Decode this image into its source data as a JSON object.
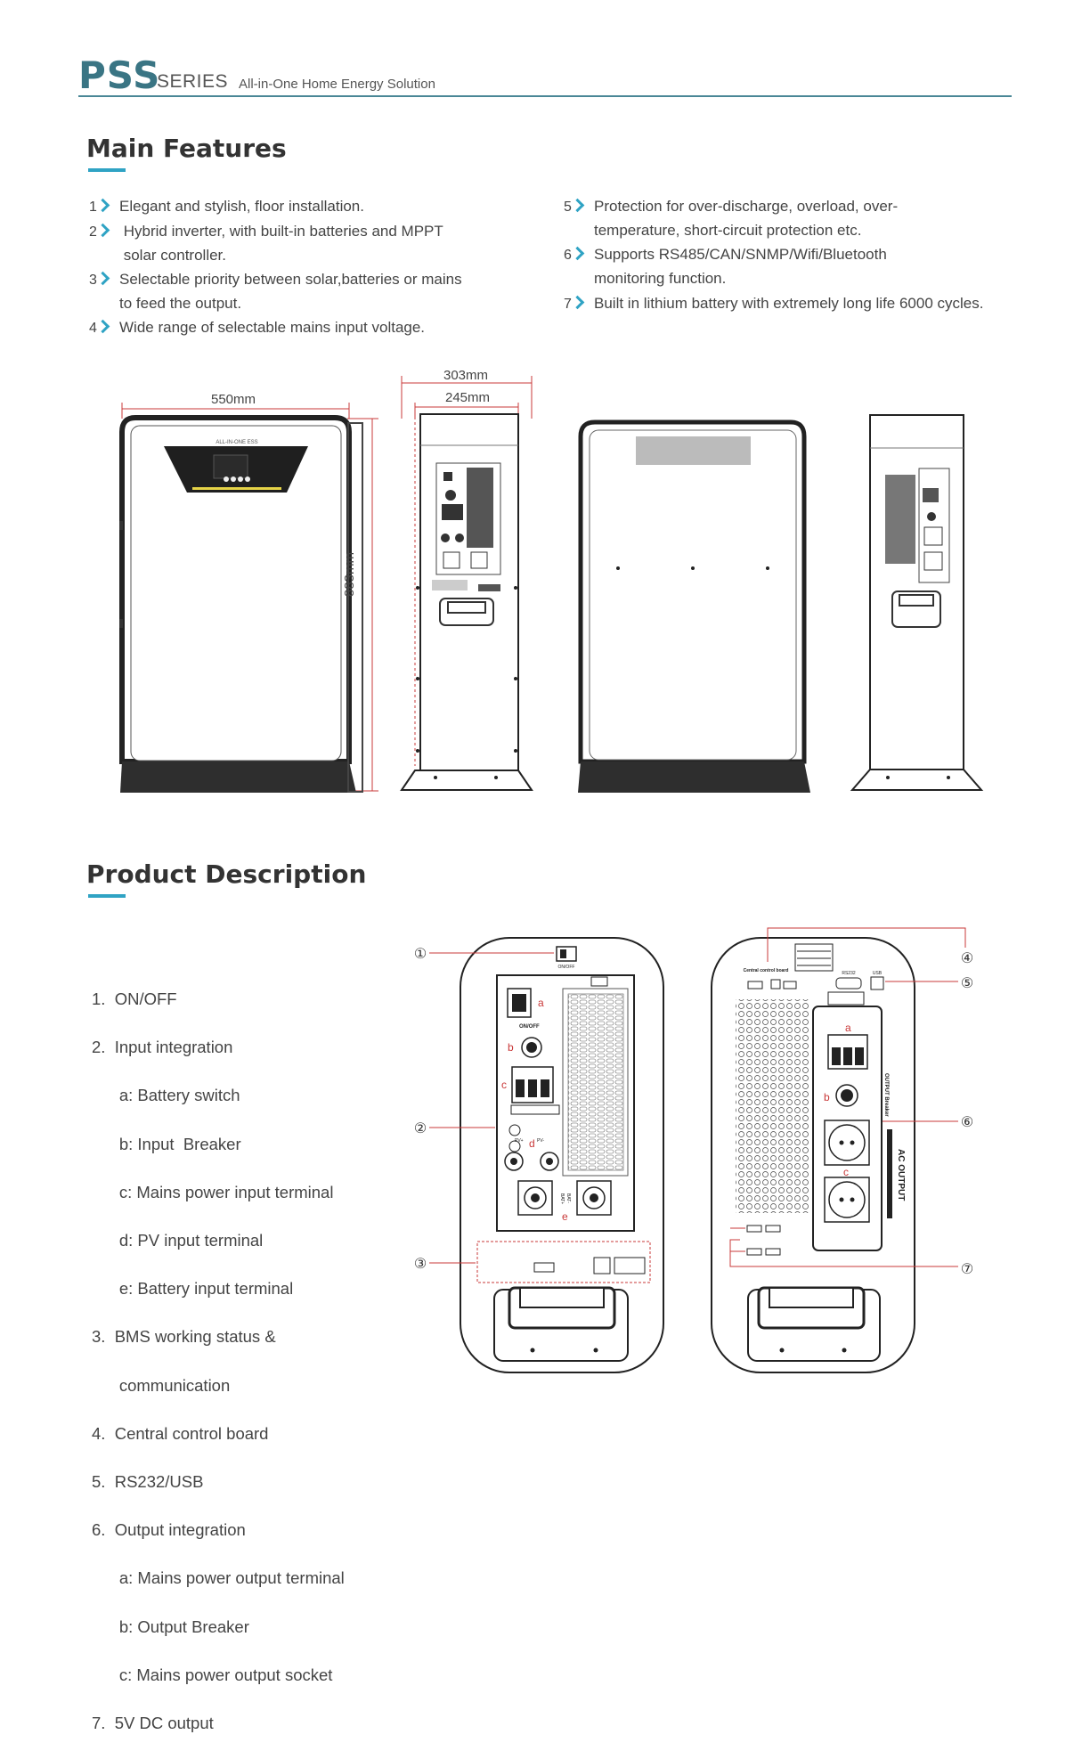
{
  "header": {
    "brand": "PSS",
    "series": "SERIES",
    "tagline": "All-in-One Home Energy Solution"
  },
  "features": {
    "title": "Main Features",
    "items": [
      {
        "num": "1",
        "lines": [
          "Elegant and stylish, floor installation."
        ]
      },
      {
        "num": "2",
        "lines": [
          " Hybrid inverter, with built-in batteries and MPPT",
          " solar controller."
        ]
      },
      {
        "num": "3",
        "lines": [
          "Selectable priority between solar,batteries or mains",
          "to feed the output."
        ]
      },
      {
        "num": "4",
        "lines": [
          "Wide range of selectable mains input voltage."
        ]
      },
      {
        "num": "5",
        "lines": [
          "Protection for over-discharge, overload, over-",
          "temperature, short-circuit protection etc."
        ]
      },
      {
        "num": "6",
        "lines": [
          "Supports RS485/CAN/SNMP/Wifi/Bluetooth",
          "monitoring function."
        ]
      },
      {
        "num": "7",
        "lines": [
          "Built in lithium battery with extremely long life 6000 cycles."
        ]
      }
    ]
  },
  "dimensions": {
    "width": "550mm",
    "depth_outer": "303mm",
    "depth_inner": "245mm",
    "height": "883mm"
  },
  "front_panel": {
    "label": "ALL-IN-ONE ESS"
  },
  "description": {
    "title": "Product Description",
    "lines": [
      "1.  ON/OFF",
      "2.  Input integration",
      "      a: Battery switch",
      "      b: Input  Breaker",
      "      c: Mains power input terminal",
      "      d: PV input terminal",
      "      e: Battery input terminal",
      "3.  BMS working status &",
      "      communication",
      "4.  Central control board",
      "5.  RS232/USB",
      "6.  Output integration",
      "      a: Mains power output terminal",
      "      b: Output Breaker",
      "      c: Mains power output socket",
      "7.  5V DC output"
    ]
  },
  "callouts": [
    "①",
    "②",
    "③",
    "④",
    "⑤",
    "⑥",
    "⑦"
  ],
  "left_panel": {
    "onoff": "ON/OFF",
    "a": "a",
    "b": "b",
    "c": "c",
    "d": "d",
    "e": "e",
    "pv_plus": "PV+",
    "pv_minus": "PV-",
    "bat_plus": "BAT+",
    "bat_minus": "BAT-"
  },
  "right_panel": {
    "central": "Central control board",
    "rs232": "RS232",
    "usb": "USB",
    "a": "a",
    "b": "b",
    "c": "c",
    "output_breaker": "OUTPUT Breaker",
    "ac_output": "AC OUTPUT"
  }
}
